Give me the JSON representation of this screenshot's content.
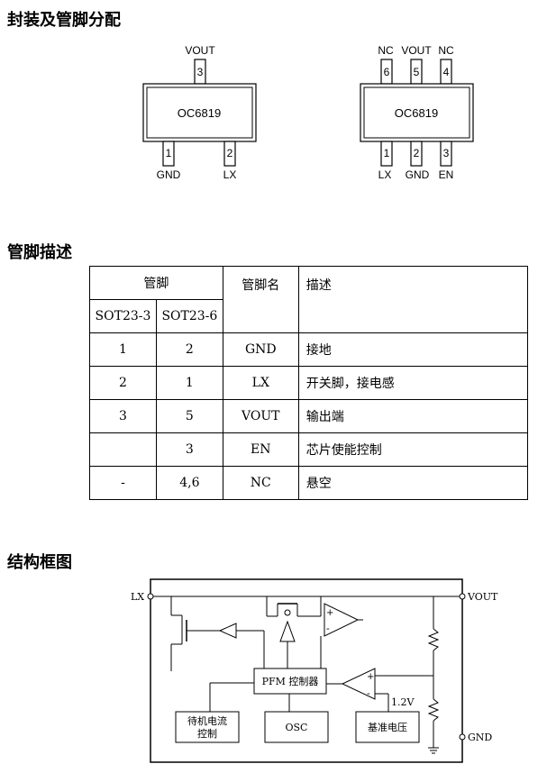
{
  "sections": {
    "package_title": "封装及管脚分配",
    "pin_desc_title": "管脚描述",
    "block_title": "结构框图"
  },
  "package_sot23_3": {
    "chip_label": "OC6819",
    "top_pins": [
      {
        "number": "3",
        "name": "VOUT"
      }
    ],
    "bottom_pins": [
      {
        "number": "1",
        "name": "GND"
      },
      {
        "number": "2",
        "name": "LX"
      }
    ]
  },
  "package_sot23_6": {
    "chip_label": "OC6819",
    "top_pins": [
      {
        "number": "6",
        "name": "NC"
      },
      {
        "number": "5",
        "name": "VOUT"
      },
      {
        "number": "4",
        "name": "NC"
      }
    ],
    "bottom_pins": [
      {
        "number": "1",
        "name": "LX"
      },
      {
        "number": "2",
        "name": "GND"
      },
      {
        "number": "3",
        "name": "EN"
      }
    ]
  },
  "pin_table": {
    "header_group": "管脚",
    "header_sot3": "SOT23-3",
    "header_sot6": "SOT23-6",
    "header_name": "管脚名",
    "header_desc": "描述",
    "rows": [
      {
        "sot3": "1",
        "sot6": "2",
        "name": "GND",
        "desc": "接地"
      },
      {
        "sot3": "2",
        "sot6": "1",
        "name": "LX",
        "desc": "开关脚，接电感"
      },
      {
        "sot3": "3",
        "sot6": "5",
        "name": "VOUT",
        "desc": "输出端"
      },
      {
        "sot3": "",
        "sot6": "3",
        "name": "EN",
        "desc": "芯片使能控制"
      },
      {
        "sot3": "-",
        "sot6": "4,6",
        "name": "NC",
        "desc": "悬空"
      }
    ]
  },
  "block_diagram": {
    "lx_label": "LX",
    "vout_label": "VOUT",
    "gnd_label": "GND",
    "pfm_label": "PFM 控制器",
    "standby_line1": "待机电流",
    "standby_line2": "控制",
    "osc_label": "OSC",
    "ref_label": "基准电压",
    "vref_value": "1.2V",
    "plus": "+",
    "minus": "-"
  }
}
